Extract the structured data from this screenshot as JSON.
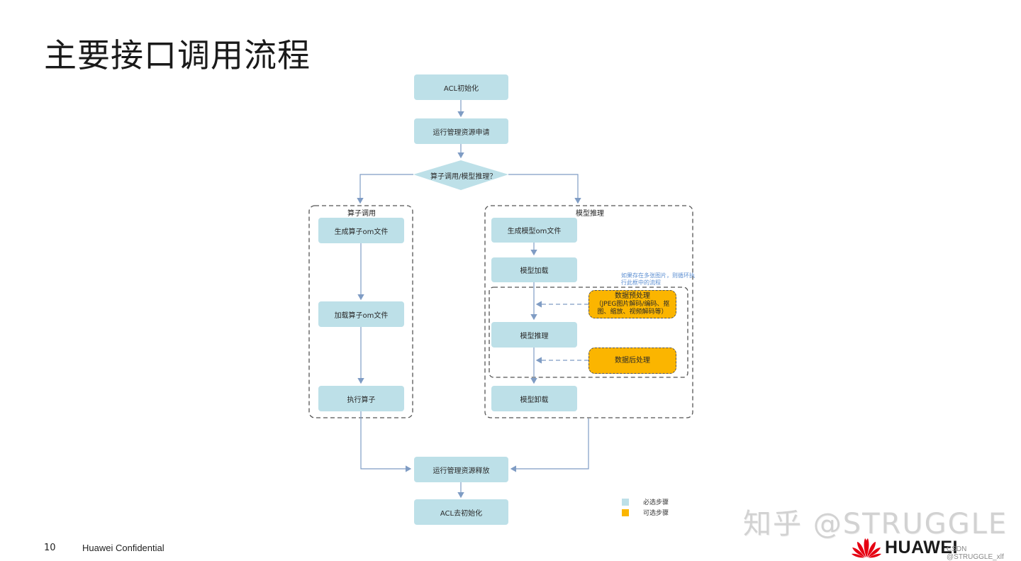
{
  "slide": {
    "title": "主要接口调用流程",
    "page_number": "10",
    "confidential": "Huawei Confidential",
    "logo_text": "HUAWEI",
    "watermark": "知乎 @STRUGGLE",
    "csdn_credit": "CSDN @STRUGGLE_xlf"
  },
  "colors": {
    "required_step": "#bde0e8",
    "optional_step": "#fbb500",
    "connector": "#7f9cc4",
    "group_border": "#555555",
    "note_text": "#5b8ed1",
    "logo_red": "#e60012"
  },
  "flow": {
    "init": "ACL初始化",
    "resource_apply": "运行管理资源申请",
    "decision": "算子调用/模型推理？",
    "operator_group": {
      "label": "算子调用",
      "steps": [
        "生成算子om文件",
        "加载算子om文件",
        "执行算子"
      ]
    },
    "model_group": {
      "label": "模型推理",
      "steps": [
        "生成模型om文件",
        "模型加载",
        "模型推理",
        "模型卸载"
      ],
      "loop_note": "如果存在多张图片，则循环执行此框中的流程",
      "preprocess": {
        "title": "数据预处理",
        "detail": "（JPEG图片解码/编码、抠图、缩放、视频解码等）"
      },
      "postprocess": "数据后处理"
    },
    "resource_release": "运行管理资源释放",
    "deinit": "ACL去初始化"
  },
  "legend": [
    {
      "label": "必选步骤",
      "color": "#bde0e8"
    },
    {
      "label": "可选步骤",
      "color": "#fbb500"
    }
  ]
}
